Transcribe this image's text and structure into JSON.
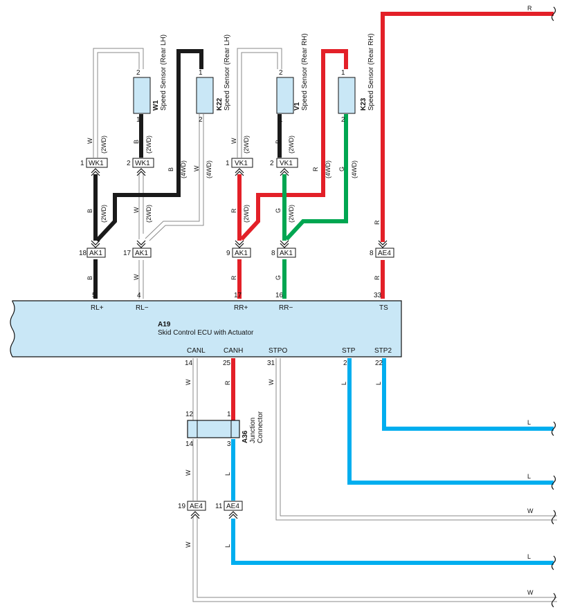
{
  "ecu": {
    "code": "A19",
    "name": "Skid Control ECU with Actuator",
    "top_pins": [
      {
        "number": "5",
        "name": "RL+"
      },
      {
        "number": "4",
        "name": "RL−"
      },
      {
        "number": "17",
        "name": "RR+"
      },
      {
        "number": "16",
        "name": "RR−"
      },
      {
        "number": "33",
        "name": "TS"
      }
    ],
    "bottom_pins": [
      {
        "number": "14",
        "name": "CANL"
      },
      {
        "number": "25",
        "name": "CANH"
      },
      {
        "number": "31",
        "name": "STPO"
      },
      {
        "number": "2",
        "name": "STP"
      },
      {
        "number": "22",
        "name": "STP2"
      }
    ]
  },
  "sensors": {
    "w1": {
      "code": "W1",
      "name": "Speed Sensor (Rear LH)",
      "pin_top": "2",
      "pin_bottom": "1"
    },
    "k22": {
      "code": "K22",
      "name": "Speed Sensor (Rear LH)",
      "pin_top": "1",
      "pin_bottom": "2"
    },
    "v1": {
      "code": "V1",
      "name": "Speed Sensor (Rear RH)",
      "pin_top": "2",
      "pin_bottom": "1"
    },
    "k23": {
      "code": "K23",
      "name": "Speed Sensor (Rear RH)",
      "pin_top": "1",
      "pin_bottom": "2"
    }
  },
  "junction": {
    "code": "A36",
    "name_line1": "Junction",
    "name_line2": "Connector",
    "pin_tl": "12",
    "pin_tr": "1",
    "pin_bl": "14",
    "pin_br": "3"
  },
  "connectors": {
    "wk1_1": {
      "pin": "1",
      "name": "WK1"
    },
    "wk1_2": {
      "pin": "2",
      "name": "WK1"
    },
    "vk1_1": {
      "pin": "1",
      "name": "VK1"
    },
    "vk1_2": {
      "pin": "2",
      "name": "VK1"
    },
    "ak1_18": {
      "pin": "18",
      "name": "AK1"
    },
    "ak1_17": {
      "pin": "17",
      "name": "AK1"
    },
    "ak1_9": {
      "pin": "9",
      "name": "AK1"
    },
    "ak1_8": {
      "pin": "8",
      "name": "AK1"
    },
    "ae4_8": {
      "pin": "8",
      "name": "AE4"
    },
    "ae4_19": {
      "pin": "19",
      "name": "AE4"
    },
    "ae4_11": {
      "pin": "11",
      "name": "AE4"
    }
  },
  "wire_labels": {
    "w": "W",
    "b": "B",
    "r": "R",
    "g": "G",
    "l": "L",
    "twowd": "(2WD)",
    "fourwd": "(4WD)"
  },
  "colors": {
    "B": "#1a1a1a",
    "R": "#e32028",
    "G": "#00a651",
    "L": "#00aeef",
    "W_outline": "#8a8a8a",
    "component_fill": "#c9e7f6"
  }
}
